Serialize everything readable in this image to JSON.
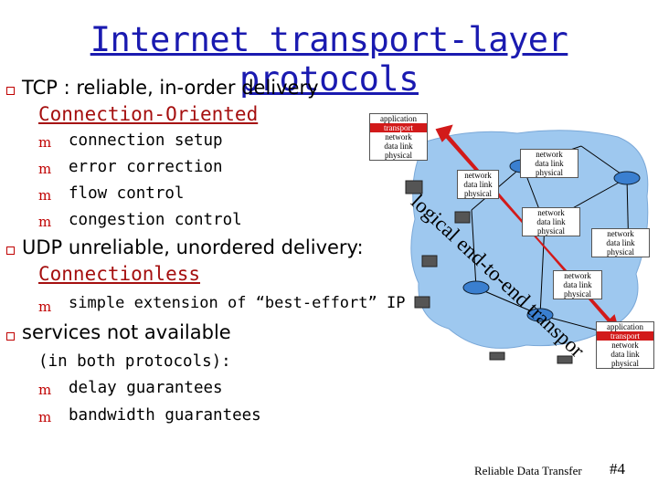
{
  "title": "Internet transport-layer protocols",
  "bullets": {
    "tcp": "TCP : reliable, in-order delivery",
    "tcp_type": "Connection-Oriented",
    "tcp_items": [
      "connection setup",
      "error correction",
      "flow control",
      "congestion control"
    ],
    "udp": "UDP unreliable, unordered delivery:",
    "udp_type": "Connectionless",
    "udp_items": [
      "simple extension of “best-effort” IP"
    ],
    "services": "services not available",
    "services_note": "(in both protocols):",
    "services_items": [
      "delay guarantees",
      "bandwidth guarantees"
    ]
  },
  "diagram": {
    "arrow_label": "logical end-to-end transport",
    "stack_full": [
      "application",
      "transport",
      "network",
      "data link",
      "physical"
    ],
    "stack_net": [
      "network",
      "data link",
      "physical"
    ],
    "colors": {
      "cloud": "#9ec8ef",
      "highlight": "#d21a1a",
      "arrow": "#d21a1a"
    }
  },
  "footer": {
    "source": "Reliable Data Transfer",
    "slide": "#4"
  }
}
